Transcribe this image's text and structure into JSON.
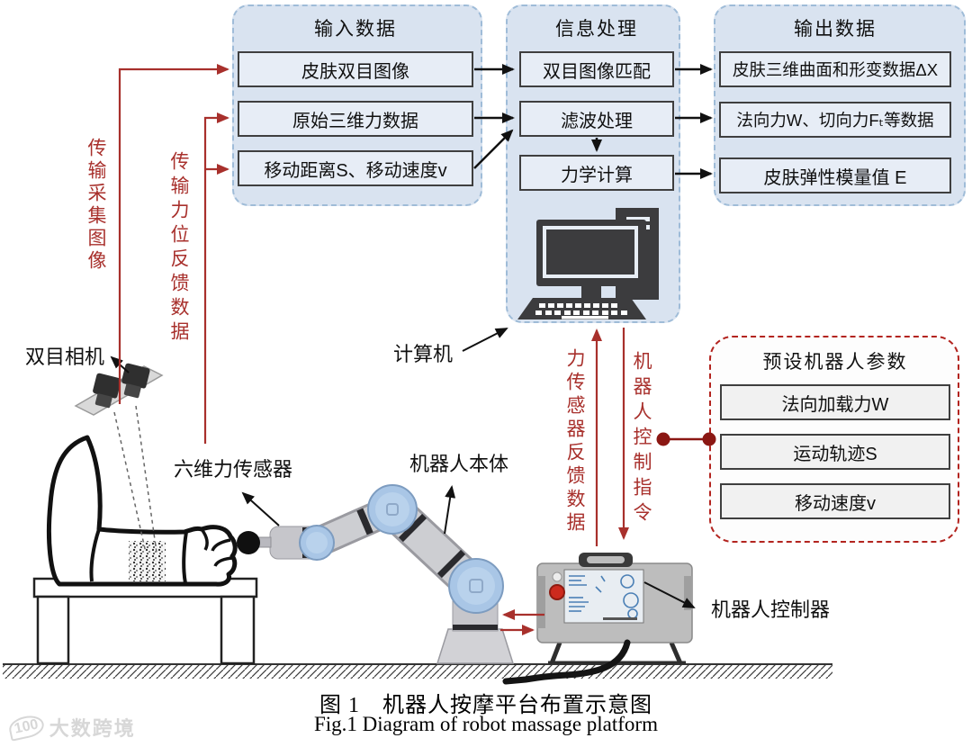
{
  "colors": {
    "accent_red": "#a8302c",
    "dark_red_dot": "#8b1713",
    "preset_border_red": "#b3241f",
    "panel_blue_bg": "#d9e3f0",
    "panel_blue_border": "#9fbcd8",
    "node_bg": "#e7edf6",
    "node_border": "#3f3f3f",
    "robot_joint_blue": "#a9c6e6",
    "robot_silver": "#c9c9ce",
    "computer_dark": "#3c3c3e"
  },
  "flow": {
    "input": {
      "title": "输入数据",
      "items": [
        "皮肤双目图像",
        "原始三维力数据",
        "移动距离S、移动速度v"
      ]
    },
    "process": {
      "title": "信息处理",
      "items": [
        "双目图像匹配",
        "滤波处理",
        "力学计算"
      ]
    },
    "output": {
      "title": "输出数据",
      "items": [
        "皮肤三维曲面和形变数据ΔX",
        "法向力W、切向力Fₜ等数据",
        "皮肤弹性模量值 E"
      ]
    },
    "preset": {
      "title": "预设机器人参数",
      "items": [
        "法向加载力W",
        "运动轨迹S",
        "移动速度v"
      ]
    }
  },
  "vertical_labels": {
    "transmit_images": "传输采集图像",
    "transmit_force_position": "传输力位反馈数据",
    "force_sensor_feedback": "力传感器反馈数据",
    "robot_control_command": "机器人控制指令"
  },
  "callouts": {
    "binocular_camera": "双目相机",
    "six_axis_force_sensor": "六维力传感器",
    "robot_body": "机器人本体",
    "computer": "计算机",
    "robot_controller": "机器人控制器"
  },
  "caption": {
    "zh": "图 1　机器人按摩平台布置示意图",
    "en": "Fig.1 Diagram of robot massage platform"
  },
  "watermark": {
    "logo": "100",
    "text": "大数跨境"
  }
}
